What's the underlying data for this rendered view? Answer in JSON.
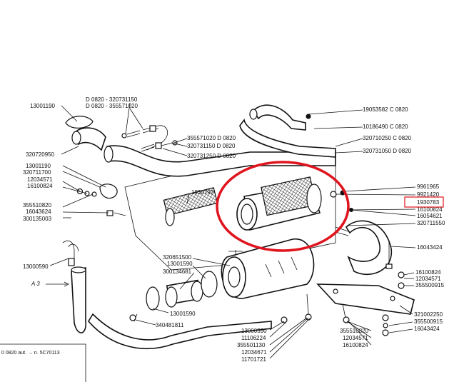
{
  "labels_left": [
    "13001190",
    "320720950",
    "13001190",
    "320711700",
    "12034571",
    "16100824",
    "355510820",
    "16043624",
    "300135003",
    "13000590",
    "A 3"
  ],
  "labels_top": [
    "D 0820 - 320731150",
    "D 0820 - 355571020",
    "355571020 D 0820",
    "320731150 D 0820",
    "320731250 D 0820"
  ],
  "labels_top_right": [
    "19053582 C 0820",
    "10186490 C 0820",
    "320710250 C 0820",
    "320731050 D 0820"
  ],
  "labels_right": [
    "9961965",
    "9921420",
    "1930783",
    "16100824",
    "16054621",
    "320711550",
    "16043424",
    "16100824",
    "12034571",
    "355500915",
    "321002250",
    "355500915",
    "16043424"
  ],
  "labels_center": [
    "1930792",
    "320651500",
    "13001590",
    "300134681",
    "13001590",
    "340481811"
  ],
  "labels_bottom": [
    "13000590",
    "11106224",
    "355501130",
    "12034671",
    "11701721",
    "355510820",
    "12034571",
    "16100824"
  ],
  "footer_note": "0 0820 aut. → n. 5C70113",
  "highlight": {
    "part_number": "1930783",
    "color": "#e0141e"
  }
}
